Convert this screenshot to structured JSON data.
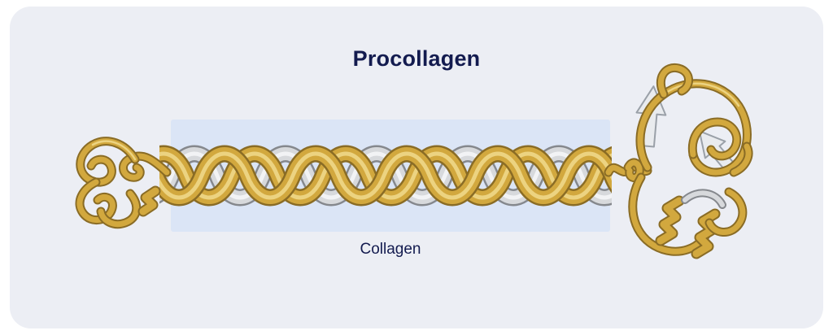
{
  "diagram": {
    "title": "Procollagen",
    "region_label": "Collagen"
  },
  "parts": {
    "left_domain": "n-propeptide-ribbon",
    "center": "collagen-triple-helix",
    "right_domain": "c-propeptide-ribbon"
  },
  "colors": {
    "card-bg": "#eceef4",
    "highlight-box": "#dbe5f6",
    "title-text": "#131b4f",
    "gold-outline": "#8a6c25",
    "gold-base": "#d2a83e",
    "gold-sheen": "#ecd381",
    "silver-outline": "#85888d",
    "silver-base": "#d7d9dc",
    "silver-sheen": "#f2f3f5",
    "arrow-fill": "#e9ebee",
    "arrow-stroke": "#9aa0a8"
  }
}
